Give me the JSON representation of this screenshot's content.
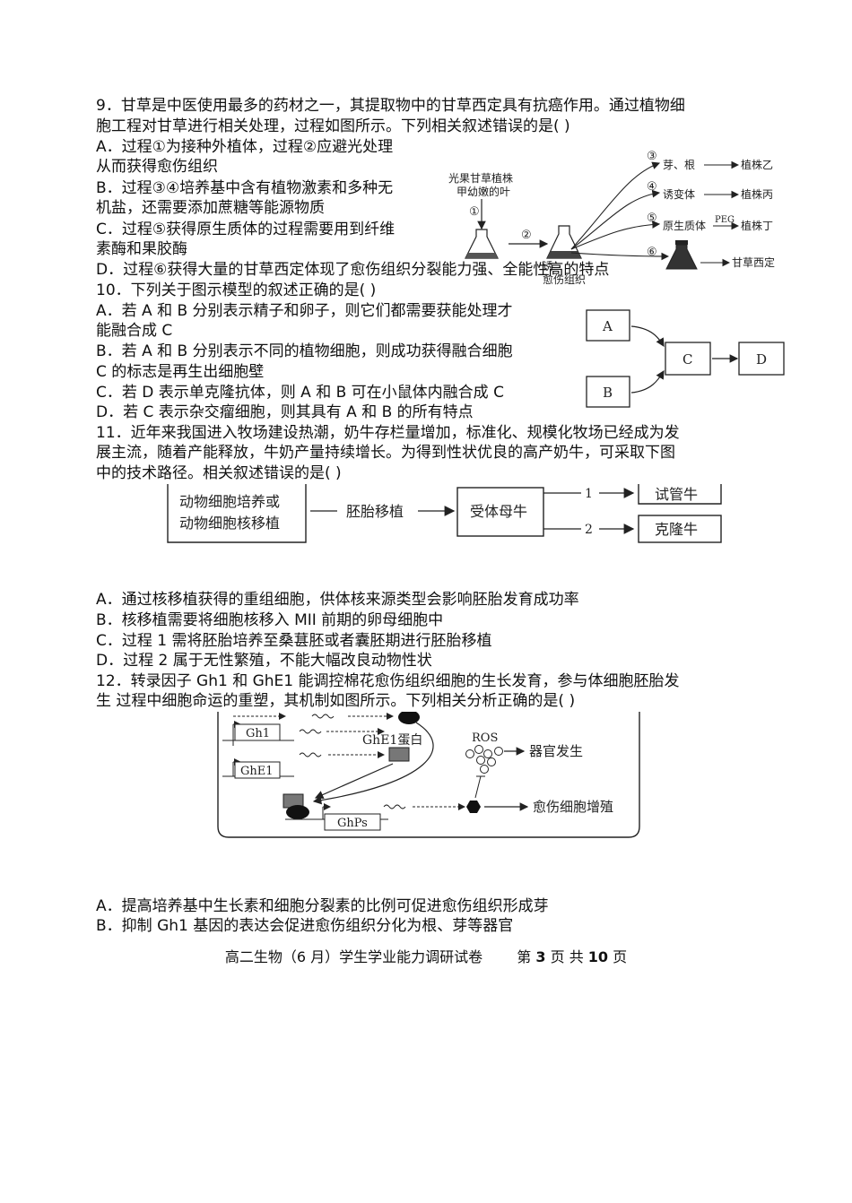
{
  "q9": {
    "stem1": "9．甘草是中医使用最多的药材之一，其提取物中的甘草西定具有抗癌作用。通过植物细",
    "stem2": "胞工程对甘草进行相关处理，过程如图所示。下列相关叙述错误的是(     )",
    "a1": "A．过程①为接种外植体，过程②应避光处理",
    "a2": "从而获得愈伤组织",
    "b1": "B．过程③④培养基中含有植物激素和多种无",
    "b2": "机盐，还需要添加蔗糖等能源物质",
    "c1": "C．过程⑤获得原生质体的过程需要用到纤维",
    "c2": "素酶和果胶酶",
    "d": "D．过程⑥获得大量的甘草西定体现了愈伤组织分裂能力强、全能性高的特点",
    "figure": {
      "source_line1": "光果甘草植株",
      "source_line2": "甲幼嫩的叶",
      "step1": "①",
      "step2": "②",
      "step3": "③",
      "step4": "④",
      "step5": "⑤",
      "step6": "⑥",
      "branch3": "芽、根",
      "branch4": "诱变体",
      "branch5": "原生质体",
      "peg": "PEG",
      "result3": "植株乙",
      "result4": "植株丙",
      "result5": "植株丁",
      "result6": "甘草西定",
      "flask_label1": "诱",
      "flask_label2": "愈伤组织"
    }
  },
  "q10": {
    "stem": "10．下列关于图示模型的叙述正确的是(        )",
    "a1": "A．若 A 和 B 分别表示精子和卵子，则它们都需要获能处理才",
    "a2": "能融合成 C",
    "b1": "B．若 A 和 B 分别表示不同的植物细胞，则成功获得融合细胞",
    "b2": "C 的标志是再生出细胞壁",
    "c": "C．若 D 表示单克隆抗体，则 A 和 B 可在小鼠体内融合成 C",
    "d": "D．若 C 表示杂交瘤细胞，则其具有 A 和 B 的所有特点",
    "figure": {
      "a": "A",
      "b": "B",
      "c": "C",
      "d": "D"
    }
  },
  "q11": {
    "stem1": "11．近年来我国进入牧场建设热潮，奶牛存栏量增加，标准化、规模化牧场已经成为发",
    "stem2": "展主流，随着产能释放，牛奶产量持续增长。为得到性状优良的高产奶牛，可采取下图",
    "stem3": "中的技术路径。相关叙述错误的是(    )",
    "figure": {
      "box1_line1": "动物细胞培养或",
      "box1_line2": "动物细胞核移植",
      "arrow1": "胚胎移植",
      "box2": "受体母牛",
      "route1": "1",
      "route2": "2",
      "out1": "试管牛",
      "out2": "克隆牛"
    },
    "a": "A．通过核移植获得的重组细胞，供体核来源类型会影响胚胎发育成功率",
    "b": "B．核移植需要将细胞核移入 MII 前期的卵母细胞中",
    "c": "C．过程 1 需将胚胎培养至桑葚胚或者囊胚期进行胚胎移植",
    "d": "D．过程 2 属于无性繁殖，不能大幅改良动物性状"
  },
  "q12": {
    "stem1": "12．转录因子 Gh1 和 GhE1 能调控棉花愈伤组织细胞的生长发育，参与体细胞胚胎发",
    "stem2": "生 过程中细胞命运的重塑，其机制如图所示。下列相关分析正确的是(         )",
    "figure": {
      "gene1": "Gh1",
      "gene2": "GhE1",
      "gene3": "GhPs",
      "protein": "GhE1蛋白",
      "ros": "ROS",
      "out1": "器官发生",
      "out2": "愈伤细胞增殖"
    },
    "a": "A．提高培养基中生长素和细胞分裂素的比例可促进愈伤组织形成芽",
    "b": "B．抑制 Gh1 基因的表达会促进愈伤组织分化为根、芽等器官"
  },
  "footer": {
    "title": "高二生物（6 月）学生学业能力调研试卷",
    "page_prefix": "第 ",
    "page": "3",
    "page_mid": " 页    共 ",
    "total": "10",
    "page_suffix": " 页"
  }
}
